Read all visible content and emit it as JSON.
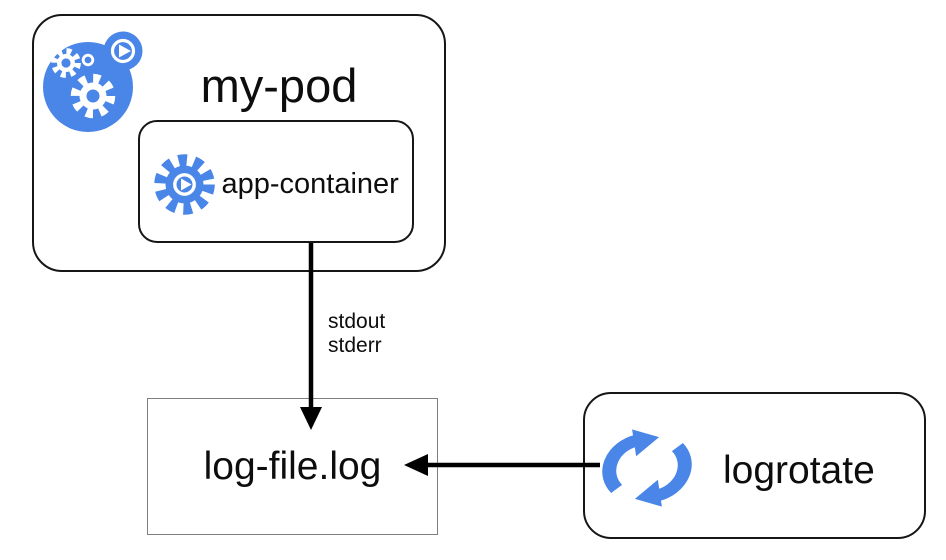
{
  "diagram": {
    "pod": {
      "label": "my-pod",
      "icon": "pod-gears-icon"
    },
    "container": {
      "label": "app-container",
      "icon": "gear-play-icon"
    },
    "log_file": {
      "label": "log-file.log"
    },
    "logrotate": {
      "label": "logrotate",
      "icon": "rotate-arrows-icon"
    },
    "stream_label": {
      "line1": "stdout",
      "line2": "stderr"
    },
    "colors": {
      "icon_blue": "#4a86e8",
      "arrow_black": "#000000",
      "node_border": "#161616",
      "logfile_border": "#7f7f7f",
      "background": "#ffffff"
    }
  }
}
